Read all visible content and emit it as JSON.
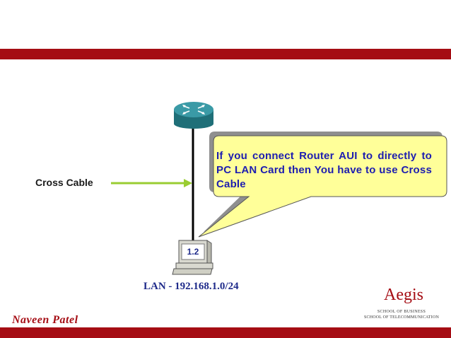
{
  "slide": {
    "cable_label": "Cross Cable",
    "callout_text": "If you connect Router AUI to directly to PC LAN Card then You have to use Cross Cable",
    "pc_label": "1.2",
    "lan_label": "LAN - 192.168.1.0/24",
    "author": "Naveen Patel"
  },
  "logo": {
    "name": "Aegis",
    "line1": "SCHOOL OF BUSINESS",
    "line2": "SCHOOL OF TELECOMMUNICATION"
  },
  "colors": {
    "band": "#a50d14",
    "router": "#2f8c96",
    "arrow": "#9acd32",
    "callout_fill": "#ffff99",
    "callout_text": "#1d1db0",
    "label_blue": "#1e2a8a"
  },
  "icons": [
    "router-icon",
    "pc-icon",
    "arrow-right-icon"
  ]
}
